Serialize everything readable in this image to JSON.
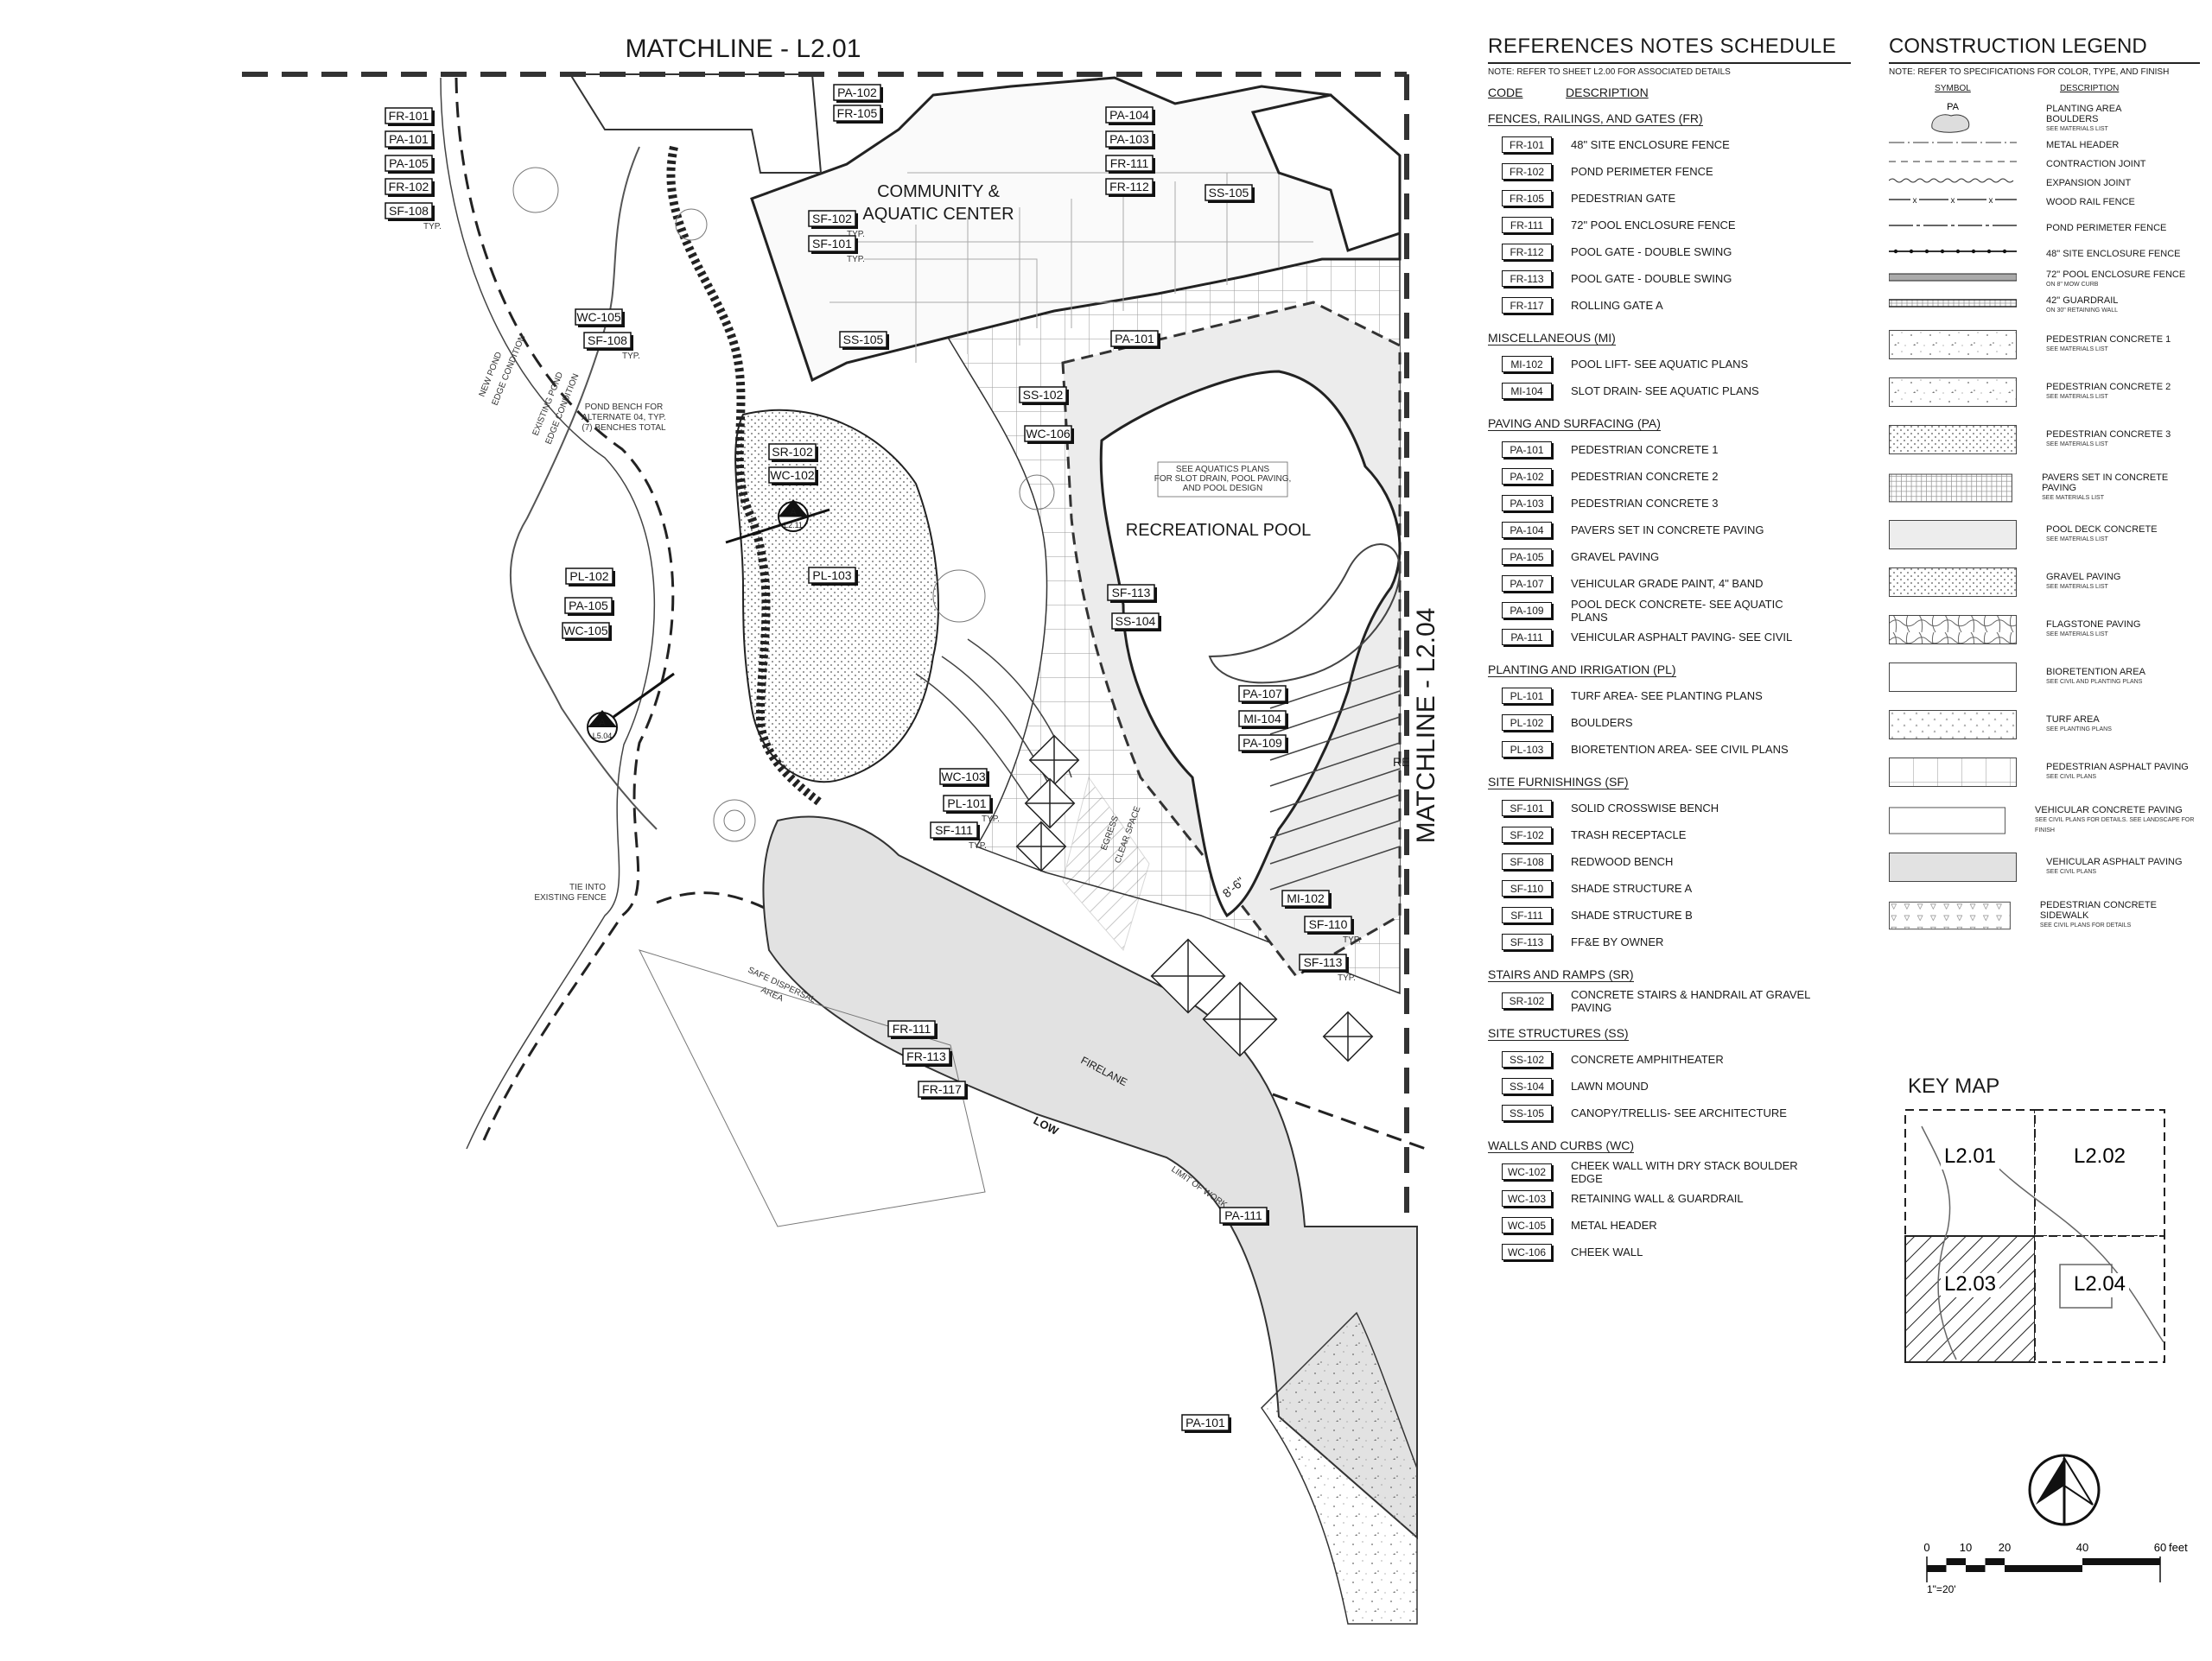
{
  "matchlines": {
    "top": "MATCHLINE - L2.01",
    "right": "MATCHLINE - L2.04"
  },
  "buildings": {
    "community": [
      "COMMUNITY &",
      "AQUATIC CENTER"
    ],
    "pool": "RECREATIONAL POOL",
    "pool_note": [
      "SEE AQUATICS PLANS",
      "FOR SLOT DRAIN, POOL PAVING,",
      "AND POOL DESIGN"
    ]
  },
  "plan_notes": {
    "pond_bench": [
      "POND BENCH FOR",
      "ALTERNATE 04, TYP.",
      "(7) BENCHES TOTAL"
    ],
    "tie_into": [
      "TIE INTO",
      "EXISTING FENCE"
    ],
    "new_pond": [
      "NEW POND",
      "EDGE CONDITION"
    ],
    "existing_pond": [
      "EXISTING POND",
      "EDGE CONDITION"
    ],
    "safe_dispersal": [
      "SAFE DISPERSAL",
      "AREA"
    ],
    "firelane": "FIRELANE",
    "low": "LOW",
    "limit_of_work": "LIMIT OF WORK",
    "egress": [
      "EGRESS",
      "CLEAR SPACE"
    ],
    "dimension": "8'-6\"",
    "cut_text": "RE",
    "typ": "TYP."
  },
  "section_markers": [
    {
      "letter": "A",
      "sheet": "L2.11"
    },
    {
      "letter": "A",
      "sheet": "L5.04"
    }
  ],
  "plan_tags": [
    "FR-101",
    "PA-101",
    "PA-105",
    "FR-102",
    "SF-108",
    "PA-102",
    "FR-105",
    "PA-104",
    "PA-103",
    "FR-111",
    "FR-112",
    "SS-105",
    "SF-102",
    "SF-101",
    "WC-105",
    "SF-108",
    "SS-105",
    "PA-101",
    "SS-102",
    "WC-106",
    "SR-102",
    "WC-102",
    "PL-102",
    "PA-105",
    "WC-105",
    "PL-103",
    "SF-113",
    "SS-104",
    "PA-107",
    "MI-104",
    "PA-109",
    "WC-103",
    "PL-101",
    "SF-111",
    "MI-102",
    "SF-110",
    "SF-113",
    "FR-111",
    "FR-113",
    "FR-117",
    "PA-111",
    "PA-101"
  ],
  "schedule": {
    "title": "REFERENCES NOTES SCHEDULE",
    "note": "NOTE: REFER TO SHEET L2.00 FOR ASSOCIATED DETAILS",
    "col_code": "CODE",
    "col_desc": "DESCRIPTION",
    "sections": [
      {
        "title": "FENCES, RAILINGS, AND GATES (FR)",
        "rows": [
          {
            "code": "FR-101",
            "desc": "48\" SITE ENCLOSURE FENCE"
          },
          {
            "code": "FR-102",
            "desc": "POND PERIMETER FENCE"
          },
          {
            "code": "FR-105",
            "desc": "PEDESTRIAN GATE"
          },
          {
            "code": "FR-111",
            "desc": "72\" POOL ENCLOSURE FENCE"
          },
          {
            "code": "FR-112",
            "desc": "POOL GATE - DOUBLE SWING"
          },
          {
            "code": "FR-113",
            "desc": "POOL GATE - DOUBLE SWING"
          },
          {
            "code": "FR-117",
            "desc": "ROLLING GATE A"
          }
        ]
      },
      {
        "title": "MISCELLANEOUS (MI)",
        "rows": [
          {
            "code": "MI-102",
            "desc": "POOL LIFT- SEE AQUATIC PLANS"
          },
          {
            "code": "MI-104",
            "desc": "SLOT DRAIN- SEE AQUATIC PLANS"
          }
        ]
      },
      {
        "title": "PAVING AND SURFACING (PA)",
        "rows": [
          {
            "code": "PA-101",
            "desc": "PEDESTRIAN CONCRETE 1"
          },
          {
            "code": "PA-102",
            "desc": "PEDESTRIAN CONCRETE 2"
          },
          {
            "code": "PA-103",
            "desc": "PEDESTRIAN CONCRETE 3"
          },
          {
            "code": "PA-104",
            "desc": "PAVERS SET IN CONCRETE PAVING"
          },
          {
            "code": "PA-105",
            "desc": "GRAVEL PAVING"
          },
          {
            "code": "PA-107",
            "desc": "VEHICULAR GRADE PAINT, 4\" BAND"
          },
          {
            "code": "PA-109",
            "desc": "POOL DECK CONCRETE- SEE AQUATIC PLANS"
          },
          {
            "code": "PA-111",
            "desc": "VEHICULAR ASPHALT PAVING- SEE CIVIL"
          }
        ]
      },
      {
        "title": "PLANTING AND IRRIGATION (PL)",
        "rows": [
          {
            "code": "PL-101",
            "desc": "TURF AREA- SEE PLANTING PLANS"
          },
          {
            "code": "PL-102",
            "desc": "BOULDERS"
          },
          {
            "code": "PL-103",
            "desc": "BIORETENTION AREA- SEE CIVIL PLANS"
          }
        ]
      },
      {
        "title": "SITE FURNISHINGS (SF)",
        "rows": [
          {
            "code": "SF-101",
            "desc": "SOLID CROSSWISE BENCH"
          },
          {
            "code": "SF-102",
            "desc": "TRASH RECEPTACLE"
          },
          {
            "code": "SF-108",
            "desc": "REDWOOD BENCH"
          },
          {
            "code": "SF-110",
            "desc": "SHADE STRUCTURE A"
          },
          {
            "code": "SF-111",
            "desc": "SHADE STRUCTURE B"
          },
          {
            "code": "SF-113",
            "desc": "FF&E BY OWNER"
          }
        ]
      },
      {
        "title": "STAIRS AND RAMPS (SR)",
        "rows": [
          {
            "code": "SR-102",
            "desc": "CONCRETE STAIRS & HANDRAIL AT GRAVEL PAVING"
          }
        ]
      },
      {
        "title": "SITE STRUCTURES (SS)",
        "rows": [
          {
            "code": "SS-102",
            "desc": "CONCRETE AMPHITHEATER"
          },
          {
            "code": "SS-104",
            "desc": "LAWN MOUND"
          },
          {
            "code": "SS-105",
            "desc": "CANOPY/TRELLIS- SEE ARCHITECTURE"
          }
        ]
      },
      {
        "title": "WALLS AND CURBS (WC)",
        "rows": [
          {
            "code": "WC-102",
            "desc": "CHEEK WALL WITH DRY STACK BOULDER EDGE"
          },
          {
            "code": "WC-103",
            "desc": "RETAINING WALL & GUARDRAIL"
          },
          {
            "code": "WC-105",
            "desc": "METAL HEADER"
          },
          {
            "code": "WC-106",
            "desc": "CHEEK WALL"
          }
        ]
      }
    ]
  },
  "legend": {
    "title": "CONSTRUCTION LEGEND",
    "note": "NOTE: REFER TO SPECIFICATIONS FOR COLOR, TYPE, AND FINISH",
    "col_symbol": "SYMBOL",
    "col_desc": "DESCRIPTION",
    "line_items": [
      {
        "symbol": "PA",
        "label": "PLANTING AREA",
        "sub": ""
      },
      {
        "symbol": "boulder",
        "label": "BOULDERS",
        "sub": "SEE MATERIALS LIST"
      },
      {
        "symbol": "dashdot",
        "label": "METAL HEADER",
        "sub": ""
      },
      {
        "symbol": "dash",
        "label": "CONTRACTION JOINT",
        "sub": ""
      },
      {
        "symbol": "wavy",
        "label": "EXPANSION JOINT",
        "sub": ""
      },
      {
        "symbol": "xline",
        "label": "WOOD RAIL FENCE",
        "sub": ""
      },
      {
        "symbol": "longdash",
        "label": "POND PERIMETER FENCE",
        "sub": ""
      },
      {
        "symbol": "dotline",
        "label": "48\" SITE ENCLOSURE FENCE",
        "sub": ""
      },
      {
        "symbol": "double",
        "label": "72\" POOL ENCLOSURE FENCE",
        "sub": "ON 8\" MOW CURB"
      },
      {
        "symbol": "guard",
        "label": "42\" GUARDRAIL",
        "sub": "ON 30\" RETAINING WALL"
      }
    ],
    "hatch_items": [
      {
        "pattern": "speck",
        "label": "PEDESTRIAN CONCRETE 1",
        "sub": "SEE MATERIALS LIST"
      },
      {
        "pattern": "lightspeck",
        "label": "PEDESTRIAN CONCRETE 2",
        "sub": "SEE MATERIALS LIST"
      },
      {
        "pattern": "dots",
        "label": "PEDESTRIAN CONCRETE 3",
        "sub": "SEE MATERIALS LIST"
      },
      {
        "pattern": "pavers",
        "label": "PAVERS SET IN CONCRETE PAVING",
        "sub": "SEE MATERIALS LIST"
      },
      {
        "pattern": "plain",
        "label": "POOL DECK CONCRETE",
        "sub": "SEE MATERIALS LIST"
      },
      {
        "pattern": "gravel",
        "label": "GRAVEL PAVING",
        "sub": "SEE MATERIALS LIST"
      },
      {
        "pattern": "flag",
        "label": "FLAGSTONE PAVING",
        "sub": "SEE MATERIALS LIST"
      },
      {
        "pattern": "bio",
        "label": "BIORETENTION AREA",
        "sub": "SEE CIVIL AND PLANTING PLANS"
      },
      {
        "pattern": "turf",
        "label": "TURF AREA",
        "sub": "SEE PLANTING PLANS"
      },
      {
        "pattern": "grid",
        "label": "PEDESTRIAN ASPHALT PAVING",
        "sub": "SEE CIVIL PLANS"
      },
      {
        "pattern": "white",
        "label": "VEHICULAR CONCRETE PAVING",
        "sub": "SEE CIVIL PLANS FOR DETAILS. SEE LANDSCAPE FOR FINISH"
      },
      {
        "pattern": "gray",
        "label": "VEHICULAR ASPHALT PAVING",
        "sub": "SEE CIVIL PLANS"
      },
      {
        "pattern": "tri",
        "label": "PEDESTRIAN CONCRETE SIDEWALK",
        "sub": "SEE CIVIL PLANS FOR DETAILS"
      }
    ]
  },
  "keymap": {
    "title": "KEY MAP",
    "sheets": [
      "L2.01",
      "L2.02",
      "L2.03",
      "L2.04"
    ]
  },
  "scale": {
    "ticks": [
      "0",
      "10",
      "20",
      "40",
      "60"
    ],
    "unit": "feet",
    "ratio": "1\"=20'"
  },
  "colors": {
    "line": "#1a1a1a",
    "gray_paving": "#e2e2e2",
    "pool_deck": "#ececec",
    "tag_border": "#111111"
  }
}
